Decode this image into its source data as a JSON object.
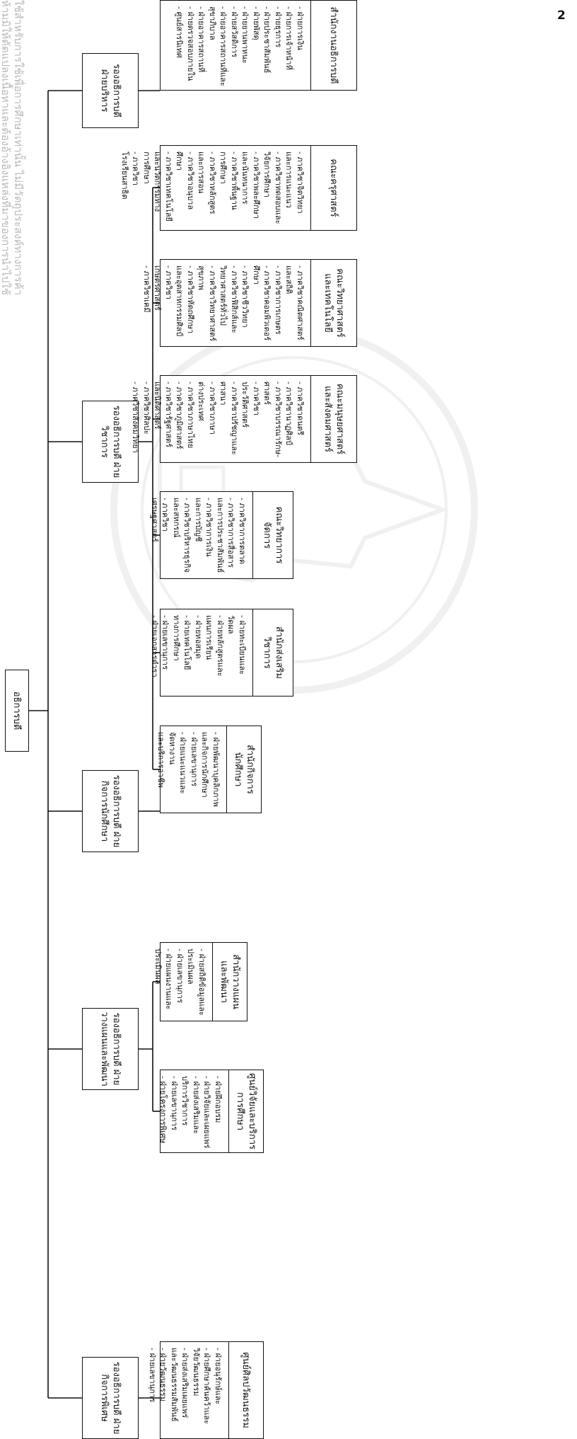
{
  "page_number": "2",
  "root": {
    "title": "อธิการบดี"
  },
  "vps": [
    {
      "title": "รองอธิการบดี ฝ่ายบริหาร"
    },
    {
      "title": "รองอธิการบดี ฝ่ายวิชาการ"
    },
    {
      "title": "รองอธิการบดี ฝ่ายกิจการนักศึกษา"
    },
    {
      "title": "รองอธิการบดี ฝ่ายวางแผนและพัฒนา"
    },
    {
      "title": "รองอธิการบดี ฝ่ายกิจการพิเศษ"
    }
  ],
  "units": [
    {
      "title": "สำนักงานอธิการบดี",
      "items": [
        "- ฝ่ายการเงิน",
        "- ฝ่ายการเจ้าหน้าที่",
        "- ฝ่ายธุรการ",
        "- ฝ่ายประชาสัมพันธ์",
        "- ฝ่ายพัสดุ",
        "- ฝ่ายยานพาหนะ",
        "- ฝ่ายสวัสดิการ",
        "- ฝ่ายอาคารสถานที่และ",
        "  สุขาภิบาล",
        "- ฝ่ายอาคารสถานที่",
        "- ฝ่ายตรวจสอบภายใน",
        "- ศูนย์สารนิเทศ"
      ]
    },
    {
      "title": "คณะครุศาสตร์",
      "items": [
        "- ภาควิชาจิตวิทยา",
        "  และการแนะแนว",
        "- ภาควิชาทดสอบและ",
        "  วิจัยการศึกษา",
        "- ภาควิชาพละศึกษา",
        "  และนันทนาการ",
        "- ภาควิชาพื้นฐาน",
        "  การศึกษา",
        "- ภาควิชาหลักสูตร",
        "  และการสอน",
        "- ภาควิชาอนุบาลศึกษา",
        "- ภาควิชาเทคโนโลยี",
        "  และนวัตกรรมทาง",
        "  การศึกษา",
        "- ภาควิชาโรงเรียนสาธิต"
      ]
    },
    {
      "title": "คณะวิทยาศาสตร์ และเทคโนโลยี",
      "items": [
        "- ภาควิชาคณิตศาสตร์",
        "  และสถิติ",
        "- ภาควิชาการเกษตร",
        "- ภาควิชาคอมพิวเตอร์",
        "  ศึกษา",
        "- ภาควิชาชีววิทยา",
        "- ภาควิชาฟิสิกส์และ",
        "  วิทยาศาสตร์ทั่วไป",
        "- ภาควิชาวิทยาศาสตร์",
        "  สุขภาพ",
        "- ภาควิชาหัตถศึกษา",
        "  และอุตสาหกรรมศิลป์",
        "- ภาควิชาเกษตรศาสตร์",
        "- ภาควิชาเคมี"
      ]
    },
    {
      "title": "คณะมนุษยศาสตร์ และสังคมศาสตร์",
      "items": [
        "- ภาควิชาดนตรี",
        "- ภาควิชานาฏศิลป์",
        "- ภาควิชาบรรณารักษ-",
        "  ศาสตร์",
        "- ภาควิชาประวัติศาสตร์",
        "- ภาควิชาปรัชญาและ",
        "  ศาสนา",
        "- ภาควิชาภาษา",
        "  ต่างประเทศ",
        "- ภาควิชาภาษาไทย",
        "- ภาควิชาภูมิศาสตร์",
        "- ภาควิชารัฐศาสตร์",
        "  และนิติศาสตร์",
        "- ภาควิชาศิลปะ",
        "- ภาควิชาสังคมวิทยา"
      ]
    },
    {
      "title": "คณะวิทยาการจัดการ",
      "items": [
        "- ภาควิชาการตลาด",
        "- ภาควิชาการสื่อสาร",
        "  และการประชาสัมพันธ์",
        "- ภาควิชาการเงิน",
        "  และการบัญชี",
        "- ภาควิชาบริหารธุรกิจ",
        "  และสหกรณ์",
        "- ภาควิชาเศรษฐศาสตร์"
      ]
    },
    {
      "title": "สำนักส่งเสริมวิชาการ",
      "items": [
        "- ฝ่ายทะเบียนและวัดผล",
        "- ฝ่ายหลักสูตรและ",
        "  แผนการเรียน",
        "- ฝ่ายหอสมุด",
        "- ฝ่ายเทคโนโลยี",
        "  ทางการศึกษา",
        "- ฝ่ายเลขานุการ",
        "- ฝ่ายเอกสารตำรา"
      ]
    },
    {
      "title": "สำนักกิจการนักศึกษา",
      "items": [
        "- ฝ่ายพัฒนาบุคลิกภาพ",
        "  และกิจการนักศึกษา",
        "- ฝ่ายเลขานุการ",
        "- ฝ่ายแนะแนวและจัดหางาน",
        "  และบริการอาชีพ"
      ]
    },
    {
      "title": "สำนักวางแผน และพัฒนา",
      "items": [
        "- ฝ่ายสถิติข้อมูลและ",
        "  ประเมินผล",
        "- ฝ่ายเลขานุการ",
        "- ฝ่ายแผนงานและ",
        "  ประเมินผล"
      ]
    },
    {
      "title": "ศูนย์วิจัยและบริการ การศึกษา",
      "items": [
        "- ฝ่ายฝึกอบรม",
        "- ฝ่ายวิจัยและเผยแพร่",
        "- ฝ่ายส่งเสริมและ",
        "  บริการวิชาการ",
        "- ฝ่ายเลขานุการ",
        "- ฝ่ายโครงการพิเศษ"
      ]
    },
    {
      "title": "ศูนย์ศิลปวัฒนธรรม",
      "items": [
        "- ฝ่ายอนุรักษ์และ",
        "- ฝ่ายศึกษาค้นคว้าและ",
        "  วิจัยวัฒนธรรม",
        "- ฝ่ายส่งเสริมเผยแพร่",
        "  และวัฒนธรรมสัมพันธ์",
        "- ฝ่ายวัฒนธรรม",
        "- ฝ่ายเลขานุการ"
      ]
    }
  ],
  "watermark": {
    "line1": "ใช้สำหรับการใช้เพื่อการศึกษาเท่านั้น ไม่มีวัตถุประสงค์ทางการค้า",
    "line2": "ห้ามมิให้ดัดแปลงเนื้อหาและต้องอ้างอิงแหล่งที่มาของการนำไปใช้"
  }
}
